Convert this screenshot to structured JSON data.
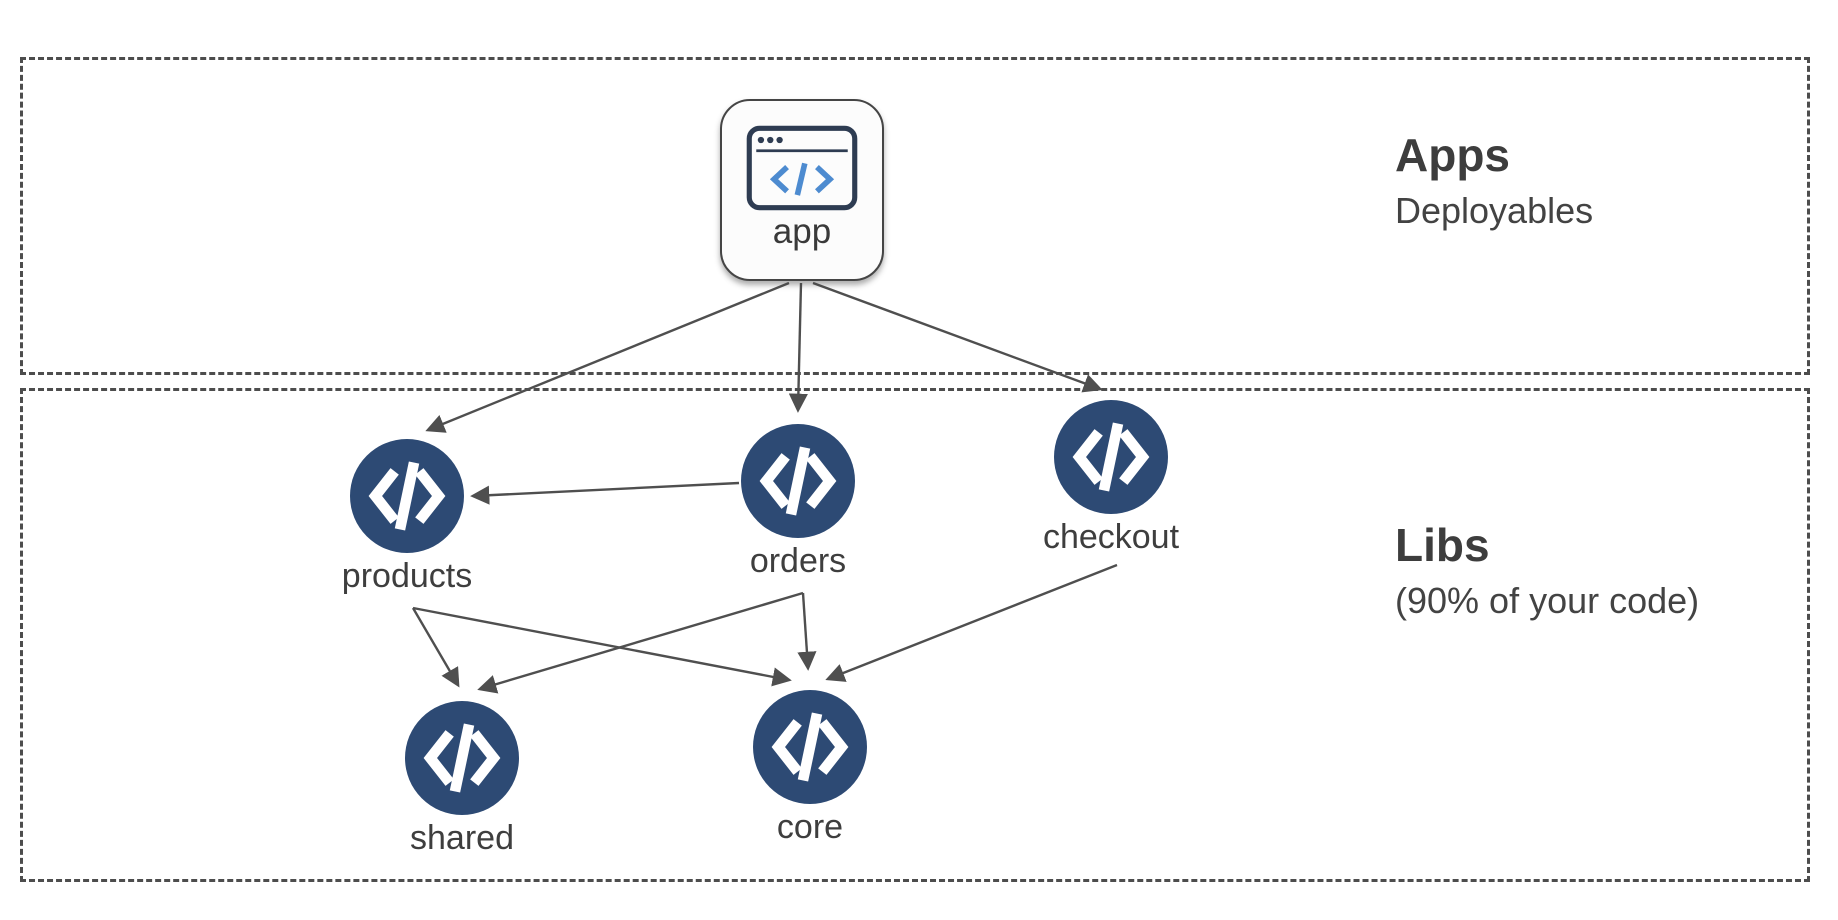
{
  "diagram": {
    "groups": [
      {
        "id": "apps",
        "title": "Apps",
        "subtitle": "Deployables"
      },
      {
        "id": "libs",
        "title": "Libs",
        "subtitle": "(90% of your code)"
      }
    ],
    "nodes": [
      {
        "id": "app",
        "label": "app",
        "group": "apps",
        "icon": "browser-window-code-icon"
      },
      {
        "id": "products",
        "label": "products",
        "group": "libs",
        "icon": "code-chevrons-icon"
      },
      {
        "id": "orders",
        "label": "orders",
        "group": "libs",
        "icon": "code-chevrons-icon"
      },
      {
        "id": "checkout",
        "label": "checkout",
        "group": "libs",
        "icon": "code-chevrons-icon"
      },
      {
        "id": "shared",
        "label": "shared",
        "group": "libs",
        "icon": "code-chevrons-icon"
      },
      {
        "id": "core",
        "label": "core",
        "group": "libs",
        "icon": "code-chevrons-icon"
      }
    ],
    "edges": [
      {
        "from": "app",
        "to": "products"
      },
      {
        "from": "app",
        "to": "orders"
      },
      {
        "from": "app",
        "to": "checkout"
      },
      {
        "from": "orders",
        "to": "products"
      },
      {
        "from": "products",
        "to": "shared"
      },
      {
        "from": "products",
        "to": "core"
      },
      {
        "from": "orders",
        "to": "shared"
      },
      {
        "from": "orders",
        "to": "core"
      },
      {
        "from": "checkout",
        "to": "core"
      }
    ],
    "colors": {
      "background": "#ffffff",
      "lib_node_fill": "#2d4a74",
      "node_glyph": "#ffffff",
      "edge": "#4f4f4f",
      "group_border": "#4d4d4d",
      "label_text": "#3e3e3e",
      "app_icon_stroke": "#2e3c52",
      "app_icon_code_blue": "#4d8bd0"
    }
  }
}
